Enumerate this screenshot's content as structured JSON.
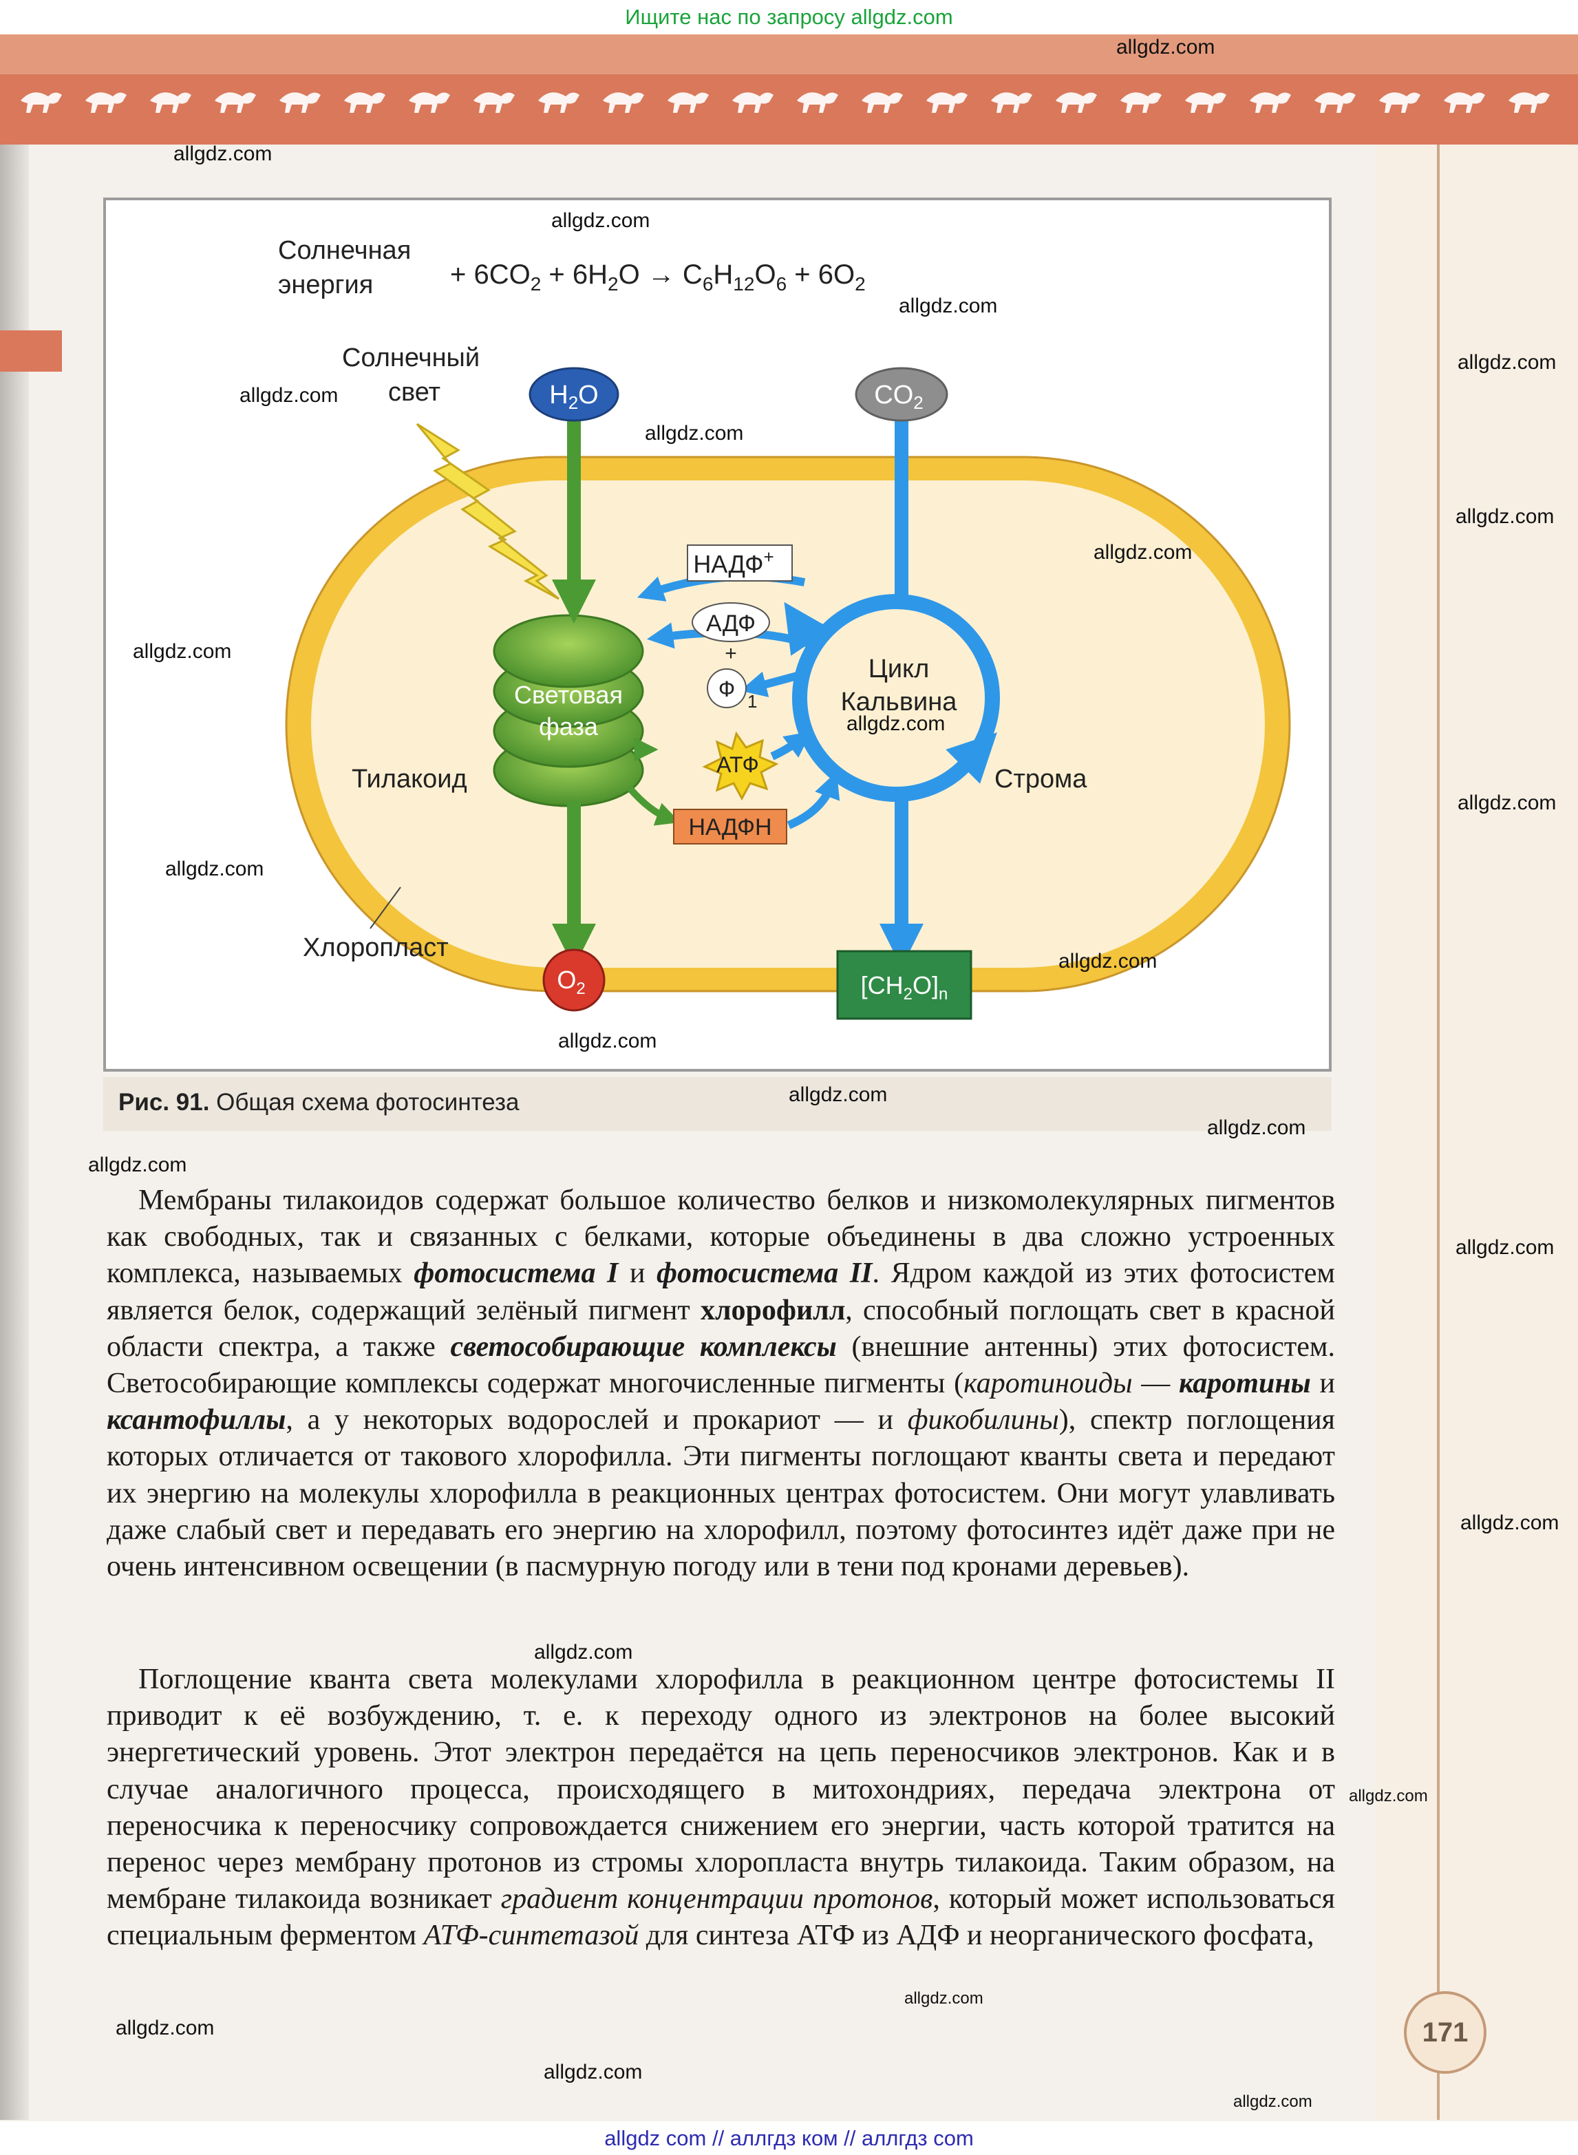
{
  "banner_top": "Ищите нас по запросу allgdz.com",
  "banner_bottom": "allgdz com  //  аллгдз ком  //  аллгдз com",
  "watermark": "allgdz.com",
  "figure": {
    "labels": {
      "solar_energy_line1": "Солнечная",
      "solar_energy_line2": "энергия",
      "equation_part1": "+ 6CO",
      "equation_part2": " + 6H",
      "equation_part3": "O → C",
      "equation_part4": "H",
      "equation_part5": "O",
      "equation_part6": " + 6O",
      "sub_2": "2",
      "sub_6": "6",
      "sub_12": "12",
      "sunlight_line1": "Солнечный",
      "sunlight_line2": "свет",
      "h2o_base": "H",
      "h2o_tail": "O",
      "co2_base": "CO",
      "nadp_plus": "НАДФ",
      "plus_sign": "+",
      "adp": "АДФ",
      "phi": "Ф",
      "sub_1": "1",
      "atp": "АТФ",
      "nadph": "НАДФН",
      "light_phase_line1": "Световая",
      "light_phase_line2": "фаза",
      "calvin_line1": "Цикл",
      "calvin_line2": "Кальвина",
      "thylakoid": "Тилакоид",
      "stroma": "Строма",
      "chloroplast": "Хлоропласт",
      "o2_base": "O",
      "ch2o_part1": "[CH",
      "ch2o_part2": "O]",
      "sub_n": "n"
    },
    "caption_number": "Рис. 91.",
    "caption_text": " Общая схема фотосинтеза",
    "colors": {
      "membrane": "#f3c43c",
      "stroma": "#fdf0d2",
      "green_arrow": "#4c9a34",
      "blue_arrow": "#2f97e8",
      "h2o_bubble": "#2a5fb4",
      "co2_bubble": "#8e8e8e",
      "o2_bubble": "#d93a2c",
      "ch2o_box": "#2e8a46",
      "atp_star": "#f6d31f",
      "nadph_box": "#ef8b4c"
    }
  },
  "body": {
    "p1": [
      {
        "t": "Мембраны тилакоидов содержат большое количество белков и низкомолекулярных пигментов как свободных, так и связанных с белками, которые объединены в два сложно устроенных комплекса, называемых ",
        "s": ""
      },
      {
        "t": "фотосистема I",
        "s": "bi"
      },
      {
        "t": " и ",
        "s": ""
      },
      {
        "t": "фотосистема II",
        "s": "bi"
      },
      {
        "t": ". Ядром каждой из этих фотосистем является белок, содержащий зелёный пигмент ",
        "s": ""
      },
      {
        "t": "хлорофилл",
        "s": "b"
      },
      {
        "t": ", способный поглощать свет в красной области спектра, а также ",
        "s": ""
      },
      {
        "t": "светособирающие комплексы",
        "s": "bi"
      },
      {
        "t": " (внешние антенны) этих фотосистем. Светособирающие комплексы содержат многочисленные пигменты (",
        "s": ""
      },
      {
        "t": "каротиноиды",
        "s": "i"
      },
      {
        "t": " — ",
        "s": ""
      },
      {
        "t": "каротины",
        "s": "bi"
      },
      {
        "t": " и ",
        "s": ""
      },
      {
        "t": "ксантофиллы",
        "s": "bi"
      },
      {
        "t": ", а у некоторых водорослей и прокариот — и ",
        "s": ""
      },
      {
        "t": "фикобилины",
        "s": "i"
      },
      {
        "t": "), спектр поглощения которых отличается от такового хлорофилла. Эти пигменты поглощают кванты света и передают их энергию на молекулы хлорофилла в реакционных центрах фотосистем. Они могут улавливать даже слабый свет и передавать его энергию на хлорофилл, поэтому фотосинтез идёт даже при не очень интенсивном освещении (в пасмурную погоду или в тени под кронами деревьев).",
        "s": ""
      }
    ],
    "p2": [
      {
        "t": "Поглощение кванта света молекулами хлорофилла в реакционном центре фотосистемы II приводит к её возбуждению, т. е. к переходу одного из электронов на более высокий энергетический уровень. Этот электрон передаётся на цепь переносчиков электронов. Как и в случае аналогичного процесса, происходящего в митохондриях, передача электрона от переносчика к переносчику сопровождается снижением его энергии, часть которой тратится на перенос через мембрану протонов из стромы хлоропласта внутрь тилакоида. Таким образом, на мембране тилакоида возникает ",
        "s": ""
      },
      {
        "t": "градиент концентрации протонов",
        "s": "i"
      },
      {
        "t": ", который может использоваться специальным ферментом ",
        "s": ""
      },
      {
        "t": "АТФ-синтетазой",
        "s": "i"
      },
      {
        "t": " для синтеза АТФ из АДФ и неорганического фосфата,",
        "s": ""
      }
    ]
  },
  "page_number": "171"
}
